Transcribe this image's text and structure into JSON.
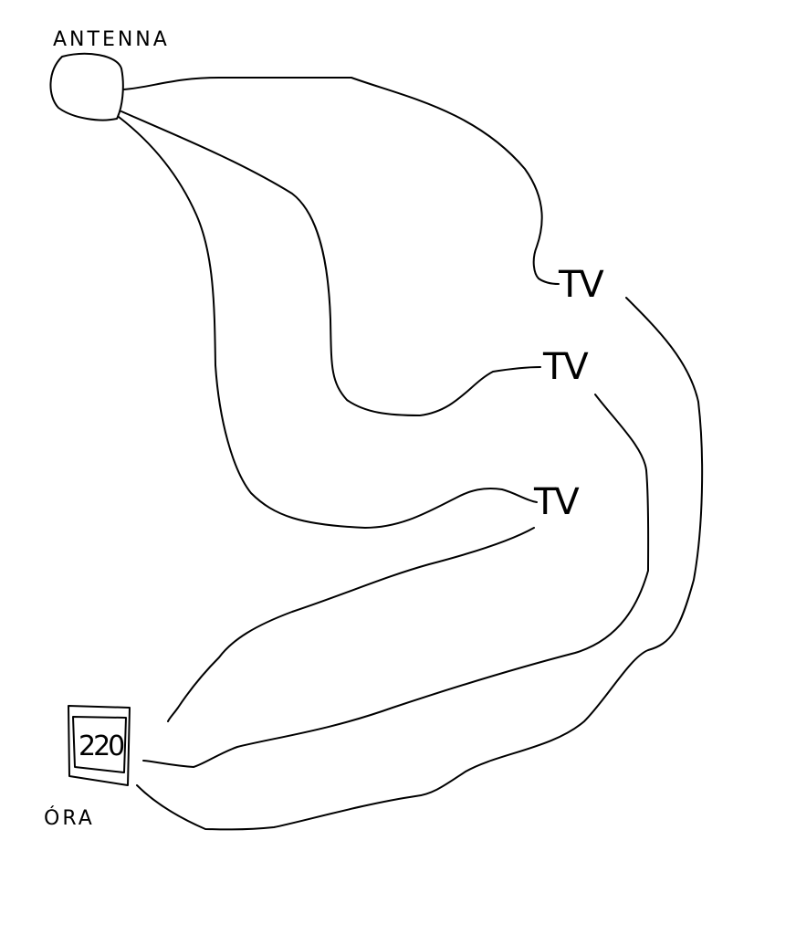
{
  "antenna": {
    "label": "ANTENNA"
  },
  "outlet": {
    "value": "220",
    "label": "ÓRA"
  },
  "tvs": [
    {
      "label": "TV"
    },
    {
      "label": "TV"
    },
    {
      "label": "TV"
    }
  ],
  "colors": {
    "stroke": "#000000",
    "background": "#ffffff"
  }
}
